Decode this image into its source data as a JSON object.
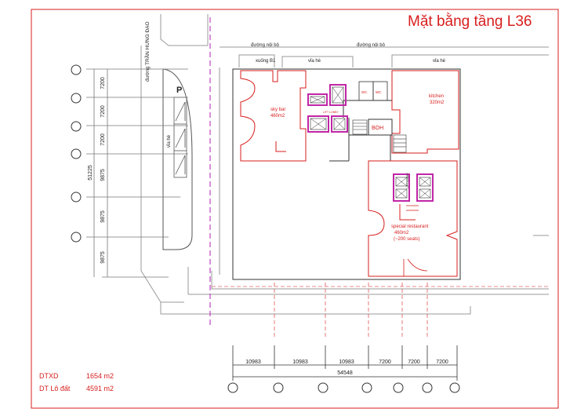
{
  "title": "Mặt bằng tầng L36",
  "streets": {
    "main_road": "đường TRẦN HƯNG ĐẠO",
    "internal_road_1": "đường nội bộ",
    "internal_road_2": "đường nội bô",
    "ramp": "xuống B1",
    "sidewalk_top_1": "vỉa hè",
    "sidewalk_top_2": "vỉa hè",
    "sidewalk_left": "vỉa hè",
    "parking_symbol": "P"
  },
  "rooms": {
    "sky_bar_name": "sky bar",
    "sky_bar_area": "460m2",
    "kitchen_name": "kitchen",
    "kitchen_area": "320m2",
    "boh": "BOH",
    "wc_1": "WC",
    "wc_2": "WC",
    "restaurant_name": "special restaurant",
    "restaurant_area": "460m2",
    "restaurant_seats": "(~200 seats)",
    "lift_lobby_1": "LIFT LOBBY",
    "lift_lobby_2": "LIFT LOBBY"
  },
  "dimensions": {
    "bottom_spans": [
      "10983",
      "10983",
      "10983",
      "7200",
      "7200",
      "7200"
    ],
    "bottom_total": "54548",
    "left_spans": [
      "7200",
      "7200",
      "7200",
      "9875",
      "9875",
      "9875"
    ],
    "left_total": "51225"
  },
  "stats": [
    {
      "label": "DTXD",
      "value": "1654  m2"
    },
    {
      "label": "DT Lô đất",
      "value": "4591 m2"
    }
  ],
  "colors": {
    "accent": "#d81e1e",
    "lift_core": "#c026a6",
    "axis_dash": "#b51fb5"
  }
}
